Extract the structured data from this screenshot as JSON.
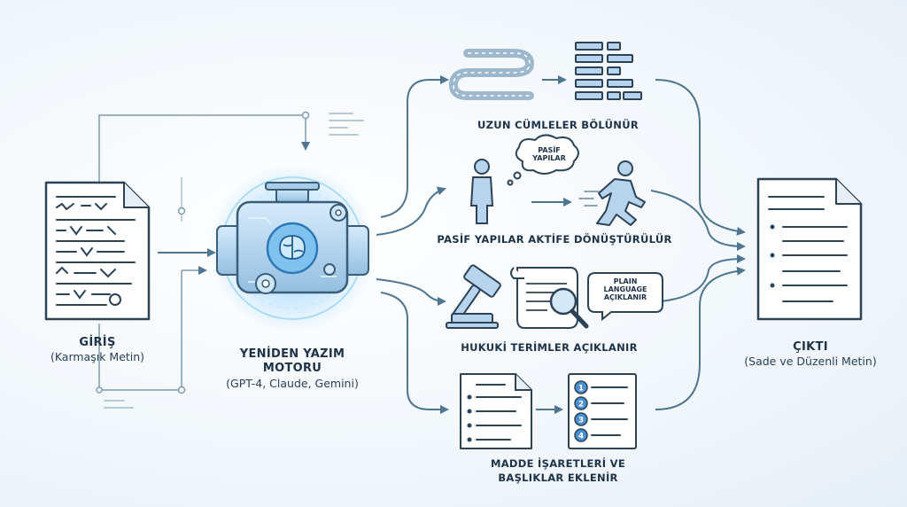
{
  "input": {
    "title": "GİRİŞ",
    "subtitle": "(Karmaşık Metin)"
  },
  "engine": {
    "title_line1": "YENİDEN YAZIM",
    "title_line2": "MOTORU",
    "subtitle": "(GPT-4, Claude, Gemini)"
  },
  "output": {
    "title": "ÇIKTI",
    "subtitle": "(Sade ve Düzenli Metin)"
  },
  "steps": [
    {
      "label": "UZUN CÜMLELER BÖLÜNÜR"
    },
    {
      "label": "PASİF YAPILAR AKTİFE DÖNÜŞTÜRÜLÜR",
      "bubble_line1": "PASİF",
      "bubble_line2": "YAPILAR"
    },
    {
      "label": "HUKUKİ TERİMLER AÇIKLANIR",
      "bubble_line1": "PLAIN",
      "bubble_line2": "LANGUAGE",
      "bubble_line3": "AÇIKLANIR"
    },
    {
      "label_line1": "MADDE İŞARETLERİ VE",
      "label_line2": "BAŞLIKLAR EKLENİR",
      "list_numbers": [
        "1",
        "2",
        "3",
        "4"
      ]
    }
  ],
  "colors": {
    "line": "#4f7690",
    "accent": "#2f8fd8",
    "doc_fill": "#ffffff",
    "doc_stroke": "#2b4257",
    "box_fill": "#b8d4ec"
  }
}
